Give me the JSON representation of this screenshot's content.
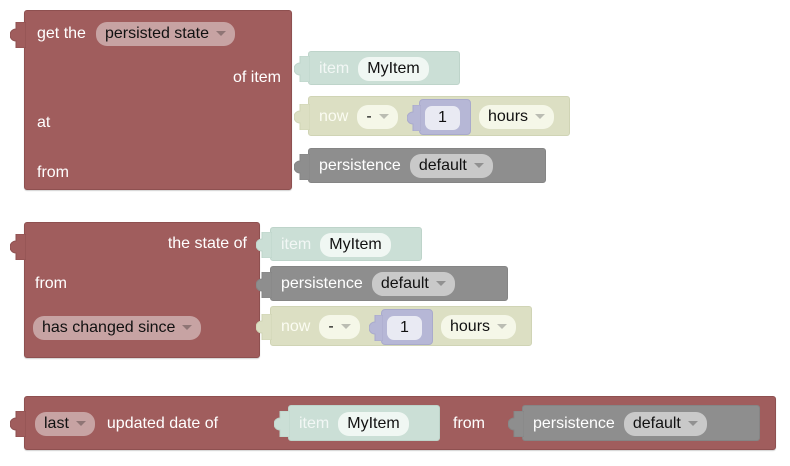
{
  "editor": {
    "name": "blockly-workspace",
    "background": "#ffffff"
  },
  "palette": {
    "persistence_red": "#a05d5d",
    "item_teal": "#cbdfd6",
    "datetime_olive": "#dcdfc3",
    "persistence_gray": "#8e8e8e",
    "number_lavender": "#b6b7d6",
    "field_on_red": "#c7a3a3",
    "field_light": "#f0f7f3",
    "text_light": "#ffffff",
    "text_dark": "#111111"
  },
  "blocks": [
    {
      "id": "get-persisted-state",
      "type": "persistence-get",
      "color": "#a05d5d",
      "rows": [
        {
          "id": "row-get-the",
          "prefix": "get the",
          "dropdown": {
            "value": "persisted state",
            "icon": "chevron-down-icon"
          }
        },
        {
          "id": "row-of-item",
          "prefix": "of item",
          "child": {
            "id": "item-block",
            "type": "item",
            "color": "#cbdfd6",
            "label": "item",
            "field": {
              "value": "MyItem",
              "icon": "none"
            }
          }
        },
        {
          "id": "row-at",
          "prefix": "at",
          "child": {
            "id": "datetime-block",
            "type": "datetime-offset",
            "color": "#dcdfc3",
            "label": "now",
            "operator": {
              "value": "-",
              "icon": "chevron-down-icon"
            },
            "amount": {
              "value": "1",
              "color": "#b6b7d6"
            },
            "unit": {
              "value": "hours",
              "icon": "chevron-down-icon"
            }
          }
        },
        {
          "id": "row-from",
          "prefix": "from",
          "child": {
            "id": "persistence-block",
            "type": "persistence-service",
            "color": "#8e8e8e",
            "label": "persistence",
            "field": {
              "value": "default",
              "icon": "chevron-down-icon"
            }
          }
        }
      ]
    },
    {
      "id": "state-changed-since",
      "type": "persistence-changed",
      "color": "#a05d5d",
      "rows": [
        {
          "id": "row-the-state-of",
          "prefix": "the state of",
          "child": {
            "id": "item-block-2",
            "type": "item",
            "color": "#cbdfd6",
            "label": "item",
            "field": {
              "value": "MyItem",
              "icon": "none"
            }
          }
        },
        {
          "id": "row-from-2",
          "prefix": "from",
          "child": {
            "id": "persistence-block-2",
            "type": "persistence-service",
            "color": "#8e8e8e",
            "label": "persistence",
            "field": {
              "value": "default",
              "icon": "chevron-down-icon"
            }
          }
        },
        {
          "id": "row-has-changed-since",
          "dropdown": {
            "value": "has changed since",
            "icon": "chevron-down-icon"
          },
          "child": {
            "id": "datetime-block-2",
            "type": "datetime-offset",
            "color": "#dcdfc3",
            "label": "now",
            "operator": {
              "value": "-",
              "icon": "chevron-down-icon"
            },
            "amount": {
              "value": "1",
              "color": "#b6b7d6"
            },
            "unit": {
              "value": "hours",
              "icon": "chevron-down-icon"
            }
          }
        }
      ]
    },
    {
      "id": "last-updated-date",
      "type": "persistence-updated-date",
      "color": "#a05d5d",
      "rows": [
        {
          "id": "row-last-updated",
          "dropdown": {
            "value": "last",
            "icon": "chevron-down-icon"
          },
          "prefix": "updated date of",
          "suffix": "from",
          "child": {
            "id": "item-block-3",
            "type": "item",
            "color": "#cbdfd6",
            "label": "item",
            "field": {
              "value": "MyItem",
              "icon": "none"
            }
          },
          "child2": {
            "id": "persistence-block-3",
            "type": "persistence-service",
            "color": "#8e8e8e",
            "label": "persistence",
            "field": {
              "value": "default",
              "icon": "chevron-down-icon"
            }
          }
        }
      ]
    }
  ]
}
